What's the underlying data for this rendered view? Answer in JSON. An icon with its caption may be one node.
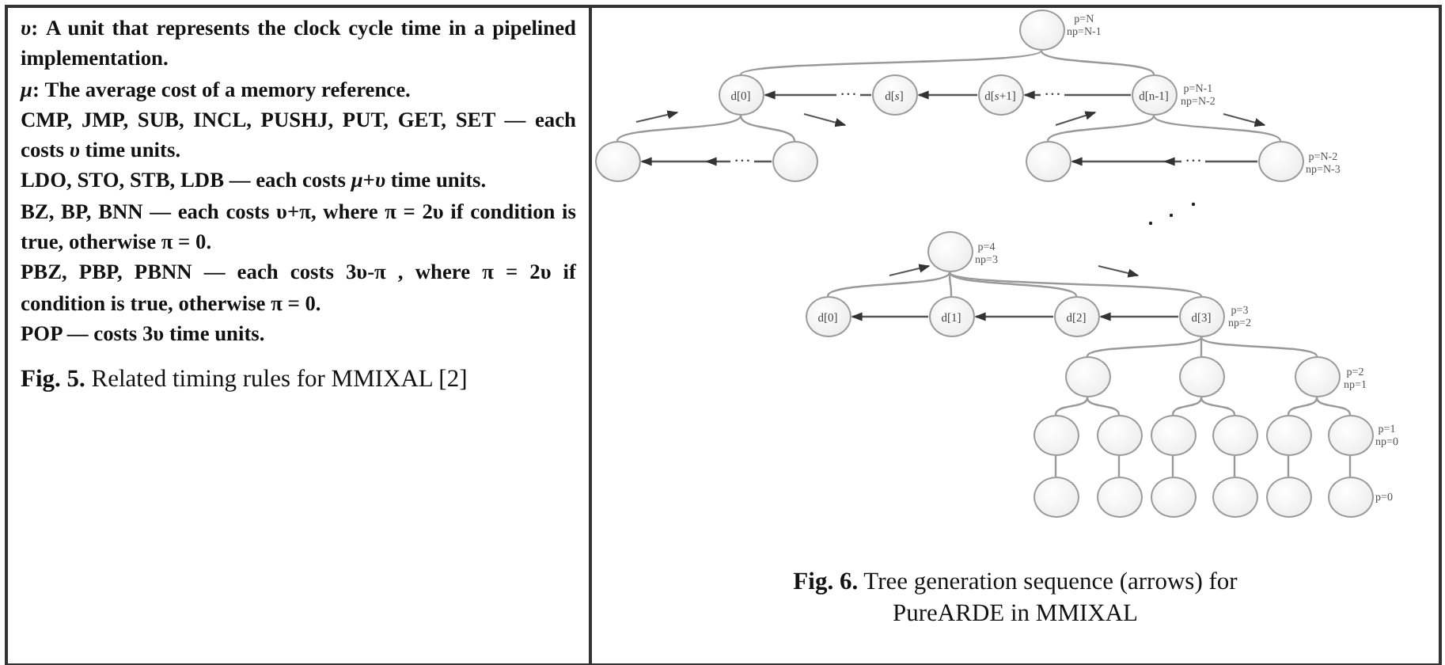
{
  "diagram": {
    "nodes": [
      {
        "text": [
          "*υ*: A unit that represents the clock cycle time in a pipelined implementation.",
          "*μ*: The average cost of a memory reference.",
          "CMP, JMP, SUB, INCL, PUSHJ, PUT, GET, SET — each costs *υ* time units.",
          "LDO, STO, STB, LDB — each costs *μ*+*υ* time units.",
          "BZ, BP, BNN — each costs υ+π, where π = 2υ if condition is true, otherwise π = 0.",
          "PBZ, PBP, PBNN — each costs 3υ-π , where π = 2υ if condition is true, otherwise π = 0.",
          "POP — costs 3υ time units.",
          "**Fig. 5.** Related timing rules for MMIXAL [2]"
        ]
      },
      {
        "text": [
          "**Fig. 6.** Tree generation sequence (arrows) for PureARDE in MMIXAL"
        ]
      },
      {
        "text": [],
        "shape": "circle",
        "in": 1,
        "beside": [
          "p=N",
          "np=N-1"
        ]
      },
      {
        "text": [
          "d[0]"
        ],
        "in": 1
      },
      {
        "text": [
          "d[*s*]"
        ],
        "in": 1
      },
      {
        "text": [
          "d[*s*+1]"
        ],
        "in": 1
      },
      {
        "text": [
          "d[n-1]"
        ],
        "in": 1,
        "beside": [
          "p=N-1",
          "np=N-2"
        ]
      },
      {
        "text": [],
        "shape": "circle",
        "in": 1
      },
      {
        "text": [],
        "shape": "circle",
        "in": 1
      },
      {
        "text": [],
        "shape": "circle",
        "in": 1
      },
      {
        "text": [],
        "shape": "circle",
        "in": 1,
        "beside": [
          "p=N-2",
          "np=N-3"
        ]
      },
      {
        "text": [],
        "shape": "circle",
        "in": 1,
        "beside": [
          "p=4",
          "np=3"
        ]
      },
      {
        "text": [
          "d[0]"
        ],
        "in": 1
      },
      {
        "text": [
          "d[1]"
        ],
        "in": 1
      },
      {
        "text": [
          "d[2]"
        ],
        "in": 1
      },
      {
        "text": [
          "d[3]"
        ],
        "in": 1,
        "beside": [
          "p=3",
          "np=2"
        ]
      },
      {
        "text": [],
        "shape": "circle",
        "in": 1
      },
      {
        "text": [],
        "shape": "circle",
        "in": 1
      },
      {
        "text": [],
        "shape": "circle",
        "in": 1,
        "beside": [
          "p=2",
          "np=1"
        ]
      },
      {
        "text": [],
        "shape": "circle",
        "in": 1
      },
      {
        "text": [],
        "shape": "circle",
        "in": 1
      },
      {
        "text": [],
        "shape": "circle",
        "in": 1
      },
      {
        "text": [],
        "shape": "circle",
        "in": 1
      },
      {
        "text": [],
        "shape": "circle",
        "in": 1
      },
      {
        "text": [],
        "shape": "circle",
        "in": 1,
        "beside": [
          "p=1",
          "np=0"
        ]
      },
      {
        "text": [],
        "shape": "circle",
        "in": 1
      },
      {
        "text": [],
        "shape": "circle",
        "in": 1
      },
      {
        "text": [],
        "shape": "circle",
        "in": 1
      },
      {
        "text": [],
        "shape": "circle",
        "in": 1
      },
      {
        "text": [],
        "shape": "circle",
        "in": 1
      },
      {
        "text": [],
        "shape": "circle",
        "in": 1,
        "beside": [
          "p=0"
        ]
      }
    ],
    "edges": [
      {
        "from": 2,
        "to": 3,
        "arrow": "none"
      },
      {
        "from": 2,
        "to": 6,
        "arrow": "none"
      },
      {
        "from": 5,
        "to": 4,
        "arrow": "to"
      },
      {
        "from": 4,
        "to": 3,
        "arrow": "to"
      },
      {
        "from": 6,
        "to": 5,
        "arrow": "to"
      },
      {
        "from": 3,
        "to": 7,
        "arrow": "none"
      },
      {
        "from": 3,
        "to": 8,
        "arrow": "none"
      },
      {
        "from": 8,
        "to": 7,
        "arrow": "to"
      },
      {
        "from": 6,
        "to": 9,
        "arrow": "none"
      },
      {
        "from": 6,
        "to": 10,
        "arrow": "none"
      },
      {
        "from": 10,
        "to": 9,
        "arrow": "to"
      },
      {
        "from": 11,
        "to": 12,
        "arrow": "none"
      },
      {
        "from": 11,
        "to": 13,
        "arrow": "none"
      },
      {
        "from": 11,
        "to": 14,
        "arrow": "none"
      },
      {
        "from": 11,
        "to": 15,
        "arrow": "none"
      },
      {
        "from": 13,
        "to": 12,
        "arrow": "to"
      },
      {
        "from": 14,
        "to": 13,
        "arrow": "to"
      },
      {
        "from": 15,
        "to": 14,
        "arrow": "to"
      },
      {
        "from": 15,
        "to": 16,
        "arrow": "none"
      },
      {
        "from": 15,
        "to": 17,
        "arrow": "none"
      },
      {
        "from": 15,
        "to": 18,
        "arrow": "none"
      },
      {
        "from": 16,
        "to": 19,
        "arrow": "none"
      },
      {
        "from": 16,
        "to": 20,
        "arrow": "none"
      },
      {
        "from": 17,
        "to": 21,
        "arrow": "none"
      },
      {
        "from": 17,
        "to": 22,
        "arrow": "none"
      },
      {
        "from": 18,
        "to": 23,
        "arrow": "none"
      },
      {
        "from": 18,
        "to": 24,
        "arrow": "none"
      },
      {
        "from": 19,
        "to": 25,
        "arrow": "none"
      },
      {
        "from": 20,
        "to": 26,
        "arrow": "none"
      },
      {
        "from": 21,
        "to": 27,
        "arrow": "none"
      },
      {
        "from": 22,
        "to": 28,
        "arrow": "none"
      },
      {
        "from": 23,
        "to": 29,
        "arrow": "none"
      },
      {
        "from": 24,
        "to": 30,
        "arrow": "none"
      }
    ],
    "labels": [
      "···",
      "···",
      "···",
      "···"
    ]
  }
}
